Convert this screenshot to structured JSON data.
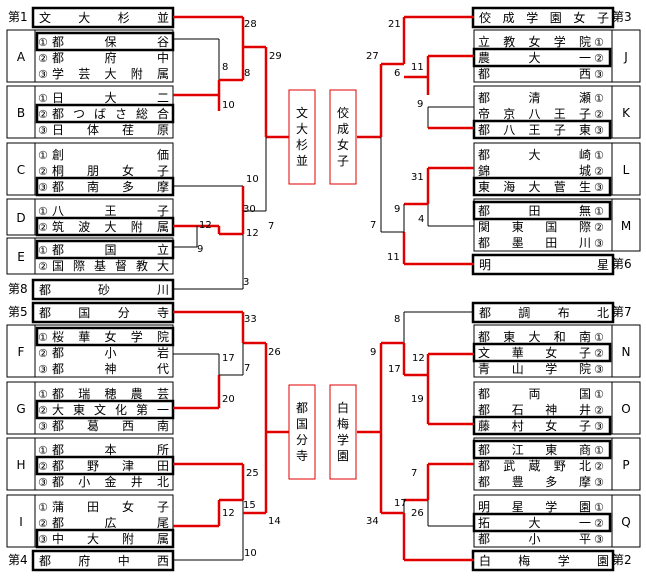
{
  "colors": {
    "winner": "#e00000",
    "line": "#000000",
    "box": "#000000",
    "background": "#ffffff"
  },
  "seeds": {
    "s1": {
      "rank": "第1",
      "team": "文大杉並"
    },
    "s3": {
      "rank": "第3",
      "team": "佼成学園女子"
    },
    "s8": {
      "rank": "第8",
      "team": "都砂川"
    },
    "s6": {
      "rank": "第6",
      "team": "明星"
    },
    "s5": {
      "rank": "第5",
      "team": "都国分寺"
    },
    "s7": {
      "rank": "第7",
      "team": "都調布北"
    },
    "s4": {
      "rank": "第4",
      "team": "都府中西"
    },
    "s2": {
      "rank": "第2",
      "team": "白梅学園"
    }
  },
  "groups": {
    "A": {
      "letter": "A",
      "teams": [
        "都保谷",
        "都府中",
        "学芸大附属"
      ]
    },
    "B": {
      "letter": "B",
      "teams": [
        "日大二",
        "都つばさ総合",
        "日体荏原"
      ]
    },
    "C": {
      "letter": "C",
      "teams": [
        "創価",
        "桐朋女子",
        "都南多摩"
      ]
    },
    "D": {
      "letter": "D",
      "teams": [
        "八王子",
        "筑波大附属"
      ]
    },
    "E": {
      "letter": "E",
      "teams": [
        "都国立",
        "国際基督教大"
      ]
    },
    "F": {
      "letter": "F",
      "teams": [
        "桜華女学院",
        "都小岩",
        "都神代"
      ]
    },
    "G": {
      "letter": "G",
      "teams": [
        "都瑞穂農芸",
        "大東文化第一",
        "都葛西南"
      ]
    },
    "H": {
      "letter": "H",
      "teams": [
        "都本所",
        "都野津田",
        "都小金井北"
      ]
    },
    "I": {
      "letter": "I",
      "teams": [
        "蒲田女子",
        "都広尾",
        "中大附属"
      ]
    },
    "J": {
      "letter": "J",
      "teams": [
        "立教女学院",
        "農大一",
        "都西"
      ]
    },
    "K": {
      "letter": "K",
      "teams": [
        "都清瀬",
        "帝京八王子",
        "都八王子東"
      ]
    },
    "L": {
      "letter": "L",
      "teams": [
        "都大崎",
        "錦城",
        "東海大菅生"
      ]
    },
    "M": {
      "letter": "M",
      "teams": [
        "都田無",
        "関東国際",
        "都墨田川"
      ]
    },
    "N": {
      "letter": "N",
      "teams": [
        "都東大和南",
        "文華女子",
        "青山学院"
      ]
    },
    "O": {
      "letter": "O",
      "teams": [
        "都両国",
        "都石神井",
        "藤村女子"
      ]
    },
    "P": {
      "letter": "P",
      "teams": [
        "都江東商",
        "都武蔵野北",
        "都豊多摩"
      ]
    },
    "Q": {
      "letter": "Q",
      "teams": [
        "明星学園",
        "拓大一",
        "都小平"
      ]
    }
  },
  "circled": [
    "①",
    "②",
    "③"
  ],
  "champions": [
    "文大杉並",
    "佼成女子",
    "都国分寺",
    "白梅学園"
  ],
  "scores": [
    "28",
    "29",
    "8",
    "8",
    "10",
    "10",
    "12",
    "30",
    "12",
    "9",
    "7",
    "3",
    "21",
    "27",
    "11",
    "6",
    "9",
    "31",
    "9",
    "4",
    "7",
    "11",
    "33",
    "26",
    "7",
    "17",
    "20",
    "25",
    "15",
    "12",
    "14",
    "10",
    "8",
    "9",
    "12",
    "17",
    "19",
    "7",
    "17",
    "26",
    "34"
  ]
}
